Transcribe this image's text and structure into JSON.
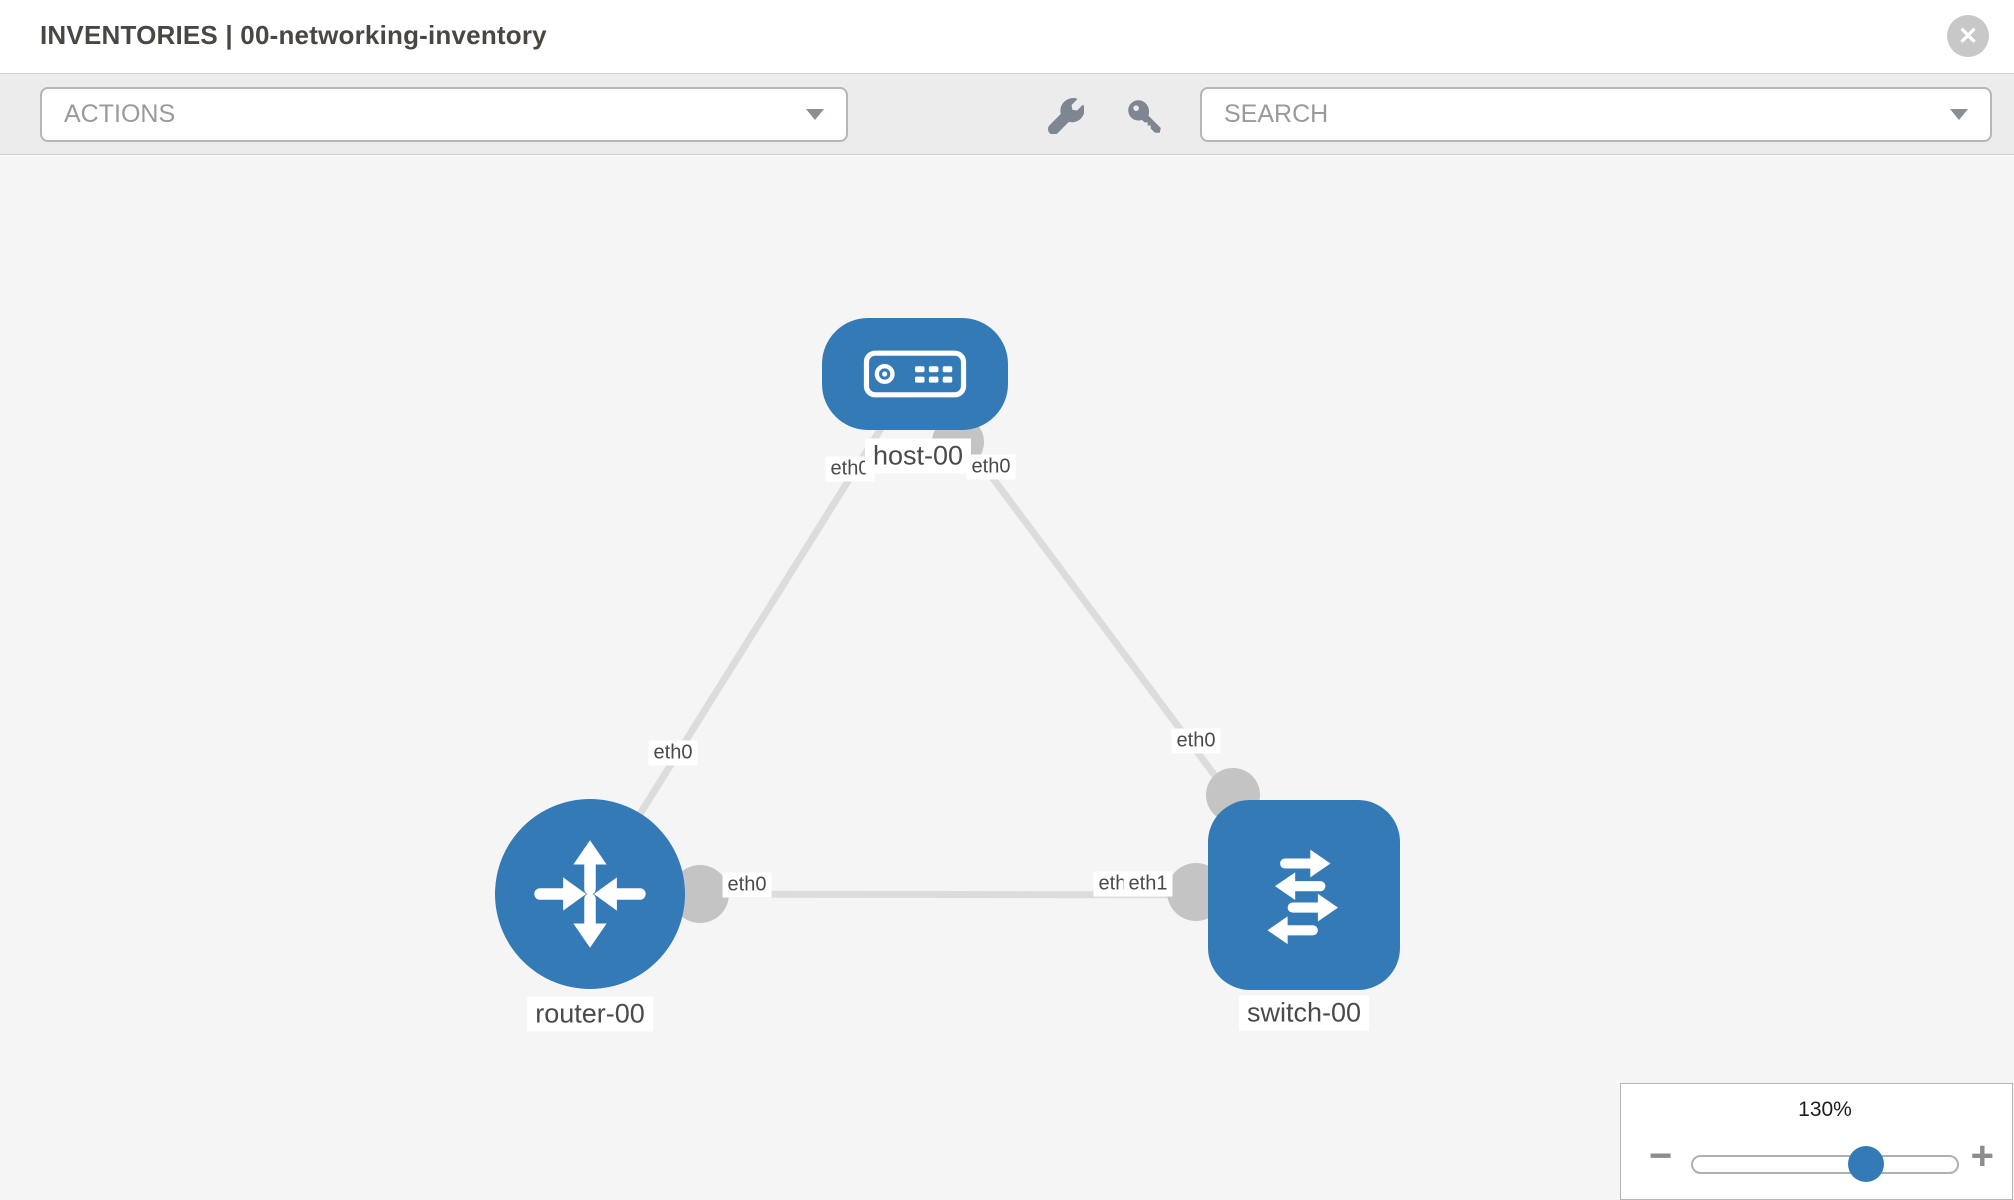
{
  "header": {
    "title": "INVENTORIES | 00-networking-inventory",
    "close_glyph": "✕"
  },
  "toolbar": {
    "actions_label": "ACTIONS",
    "search_placeholder": "SEARCH",
    "icons": [
      "wrench-icon",
      "key-icon"
    ]
  },
  "canvas": {
    "nodes": {
      "host": {
        "label": "host-00",
        "type": "host"
      },
      "router": {
        "label": "router-00",
        "type": "router"
      },
      "switch": {
        "label": "switch-00",
        "type": "switch"
      }
    },
    "interfaces": {
      "host_left": "eth0",
      "host_right": "eth0",
      "router_uplink": "eth0",
      "router_right": "eth0",
      "switch_left_back": "eth0",
      "switch_left_front": "eth1",
      "switch_top": "eth0"
    },
    "links": [
      {
        "source": "host-00",
        "target": "router-00",
        "source_interface": "eth0",
        "target_interface": "eth0"
      },
      {
        "source": "host-00",
        "target": "switch-00",
        "source_interface": "eth0",
        "target_interface": "eth0"
      },
      {
        "source": "router-00",
        "target": "switch-00",
        "source_interface": "eth0",
        "target_interface": "eth1"
      }
    ]
  },
  "zoom_control": {
    "level": "130%",
    "minus_label": "−",
    "plus_label": "+"
  },
  "colors": {
    "node_blue": "#337ab7",
    "port_gray": "#c4c4c4",
    "link_gray": "#dcdcdc",
    "canvas_bg": "#f5f5f5",
    "toolbar_bg": "#ececec"
  }
}
